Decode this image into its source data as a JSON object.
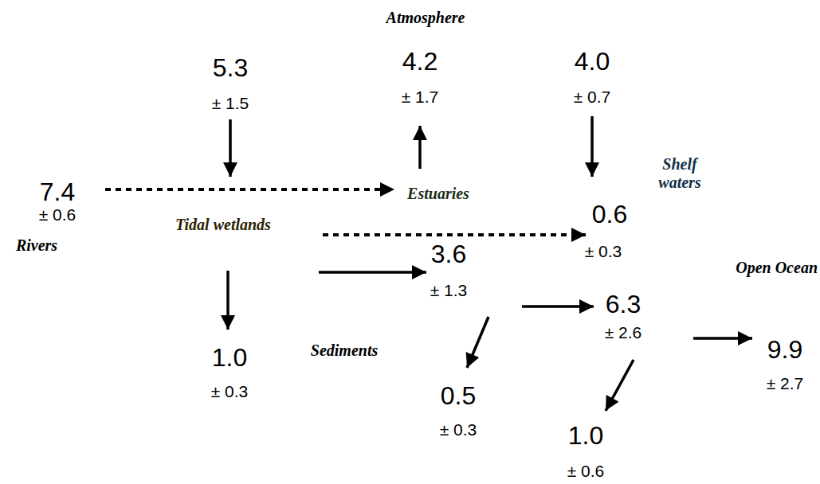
{
  "diagram": {
    "nodes": [
      {
        "text": [
          "Tidal wetlands"
        ]
      },
      {
        "text": [
          "Estuaries"
        ]
      },
      {
        "text": [
          "Shelf waters"
        ]
      }
    ],
    "edges": [
      {
        "from": 0,
        "to": 1,
        "arrow": "to"
      },
      {
        "from": 0,
        "to": 2,
        "arrow": "to"
      },
      {
        "from": 1,
        "to": 2,
        "arrow": "to"
      }
    ],
    "labels": [
      "Atmosphere",
      "5.3",
      "± 1.5",
      "4.2",
      "± 1.7",
      "4.0",
      "± 0.7",
      "7.4",
      "± 0.6",
      "Rivers",
      "0.6",
      "± 0.3",
      "3.6",
      "± 1.3",
      "Open Ocean",
      "6.3",
      "± 2.6",
      "9.9",
      "± 2.7",
      "1.0",
      "± 0.3",
      "Sediments",
      "0.5",
      "± 0.3",
      "1.0",
      "± 0.6"
    ]
  }
}
